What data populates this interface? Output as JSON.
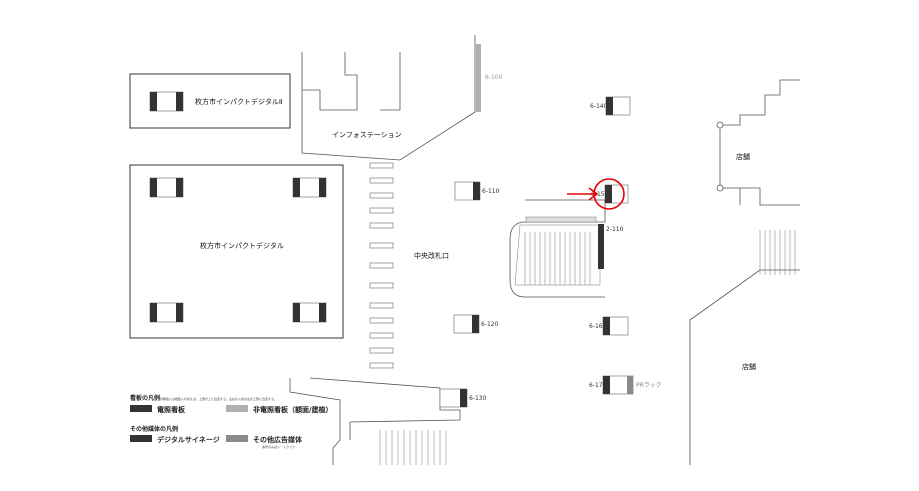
{
  "areas": {
    "digital_2": "枚方市インパクトデジタルⅡ",
    "digital": "枚方市インパクトデジタル",
    "info_station": "インフォステーション",
    "central_gate": "中央改札口",
    "store_1": "店舗",
    "store_2": "店舗"
  },
  "signs": {
    "s6_100": "6-100",
    "s6_110": "6-110",
    "s6_120": "6-120",
    "s6_130": "6-130",
    "s6_140": "6-140",
    "s6_150": "6-150",
    "s6_160": "6-160",
    "s6_170": "6-170",
    "s2_110": "2-110",
    "pr_rack": "PRラック"
  },
  "legend": {
    "signboard_title": "看板の凡例",
    "signboard_note": "同看板には複数入れ替えは、上部が上に位置する。左右の入替は左が上部に位置する。",
    "lit": "電照看板",
    "unlit": "非電照看板（額面/建植）",
    "other_title": "その他媒体の凡例",
    "digital_signage": "デジタルサイネージ",
    "other_media": "その他広告媒体",
    "other_note": "番号のみはシートラック"
  },
  "colors": {
    "dark": "#333333",
    "light": "#b0b0b0",
    "mid": "#8a8a8a",
    "highlight": "#e60000"
  }
}
